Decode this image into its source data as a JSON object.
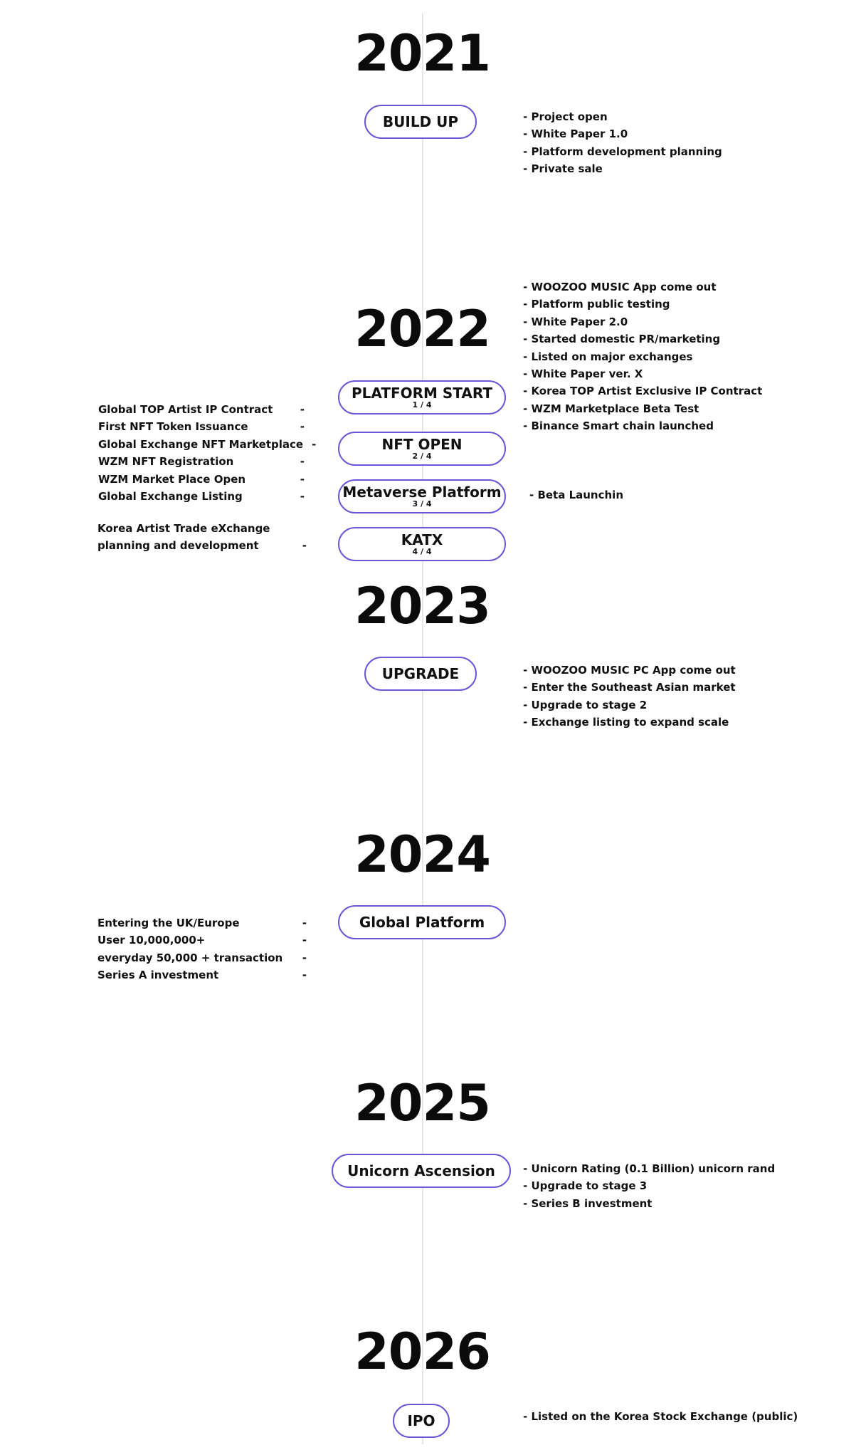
{
  "sections": {
    "y2021": {
      "year": "2021",
      "badge": "BUILD UP",
      "items": [
        "- Project open",
        "- White Paper 1.0",
        "- Platform development planning",
        "- Private sale"
      ]
    },
    "y2022": {
      "year": "2022",
      "items": [
        "- WOOZOO MUSIC App come out",
        "- Platform public testing",
        "- White Paper 2.0",
        "- Started domestic PR/marketing",
        "- Listed on major exchanges",
        "- White Paper ver. X",
        "- Korea TOP Artist Exclusive IP Contract",
        "- WZM Marketplace Beta Test",
        "- Binance Smart chain launched"
      ],
      "stages": [
        {
          "title": "PLATFORM START",
          "step": "1 / 4"
        },
        {
          "title": "NFT OPEN",
          "step": "2 / 4"
        },
        {
          "title": "Metaverse Platform",
          "step": "3 / 4"
        },
        {
          "title": "KATX",
          "step": "4 / 4"
        }
      ],
      "left_items": [
        "Global TOP Artist IP Contract",
        "First NFT Token Issuance",
        "Global Exchange NFT Marketplace",
        "WZM NFT Registration",
        "WZM Market Place Open",
        "Global Exchange Listing"
      ],
      "metaverse_note": "- Beta Launchin",
      "katx_line1": "Korea Artist Trade eXchange",
      "katx_line2": "planning and development",
      "dash": "-"
    },
    "y2023": {
      "year": "2023",
      "badge": "UPGRADE",
      "items": [
        "- WOOZOO MUSIC PC App come out",
        "- Enter the Southeast Asian market",
        "- Upgrade to stage 2",
        "- Exchange listing to expand scale"
      ]
    },
    "y2024": {
      "year": "2024",
      "badge": "Global Platform",
      "left_items": [
        "Entering the UK/Europe",
        "User 10,000,000+",
        "everyday 50,000 + transaction",
        "Series A investment"
      ]
    },
    "y2025": {
      "year": "2025",
      "badge": "Unicorn Ascension",
      "items": [
        "- Unicorn Rating (0.1 Billion) unicorn rand",
        "- Upgrade to stage 3",
        "- Series B investment"
      ]
    },
    "y2026": {
      "year": "2026",
      "badge": "IPO",
      "items": [
        "- Listed on the Korea Stock Exchange (public)"
      ]
    }
  },
  "colors": {
    "pill_border": "#6a56d6",
    "timeline": "#e6e6e6",
    "text": "#111111"
  }
}
